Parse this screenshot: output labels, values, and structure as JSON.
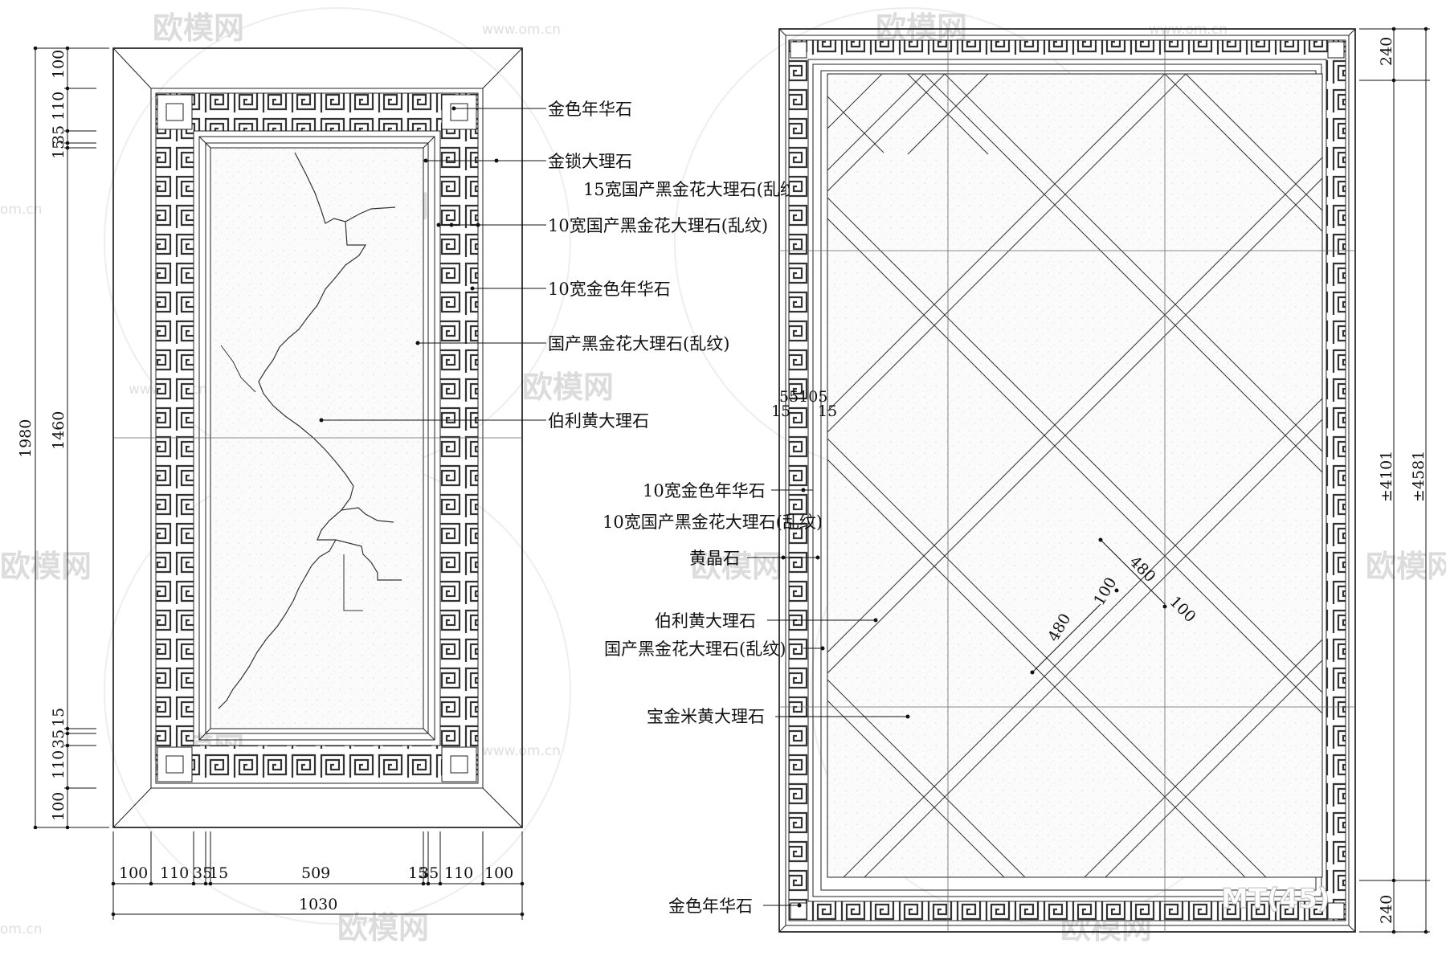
{
  "watermark": {
    "brand": "欧模网",
    "url": "www.om.cn",
    "short": "om.cn"
  },
  "left_plan": {
    "labels": [
      "金色年华石",
      "金锁大理石",
      "15宽国产黑金花大理石(乱纹)",
      "10宽国产黑金花大理石(乱纹)",
      "10宽金色年华石",
      "国产黑金花大理石(乱纹)",
      "伯利黄大理石"
    ],
    "dims_bottom": [
      "100",
      "110",
      "35",
      "15",
      "509",
      "15",
      "35",
      "110",
      "100"
    ],
    "dim_total_bottom": "1030",
    "dims_left_outer": "1980",
    "dims_left_inner": "1460",
    "dims_left_small_top": [
      "100",
      "110",
      "35",
      "15"
    ],
    "dims_left_small_bottom": [
      "15",
      "35",
      "110",
      "100"
    ]
  },
  "right_plan": {
    "labels": [
      "10宽金色年华石",
      "10宽国产黑金花大理石(乱纹)",
      "黄晶石",
      "伯利黄大理石",
      "国产黑金花大理石(乱纹)",
      "宝金米黄大理石",
      "金色年华石"
    ],
    "dims_top_small": "55105",
    "dims_mid_small": [
      "15",
      "15"
    ],
    "dims_diag": [
      "480",
      "100",
      "480",
      "100"
    ],
    "dims_right": [
      "240",
      "±4101",
      "±4581",
      "240"
    ],
    "stamp": "MT(45)"
  }
}
